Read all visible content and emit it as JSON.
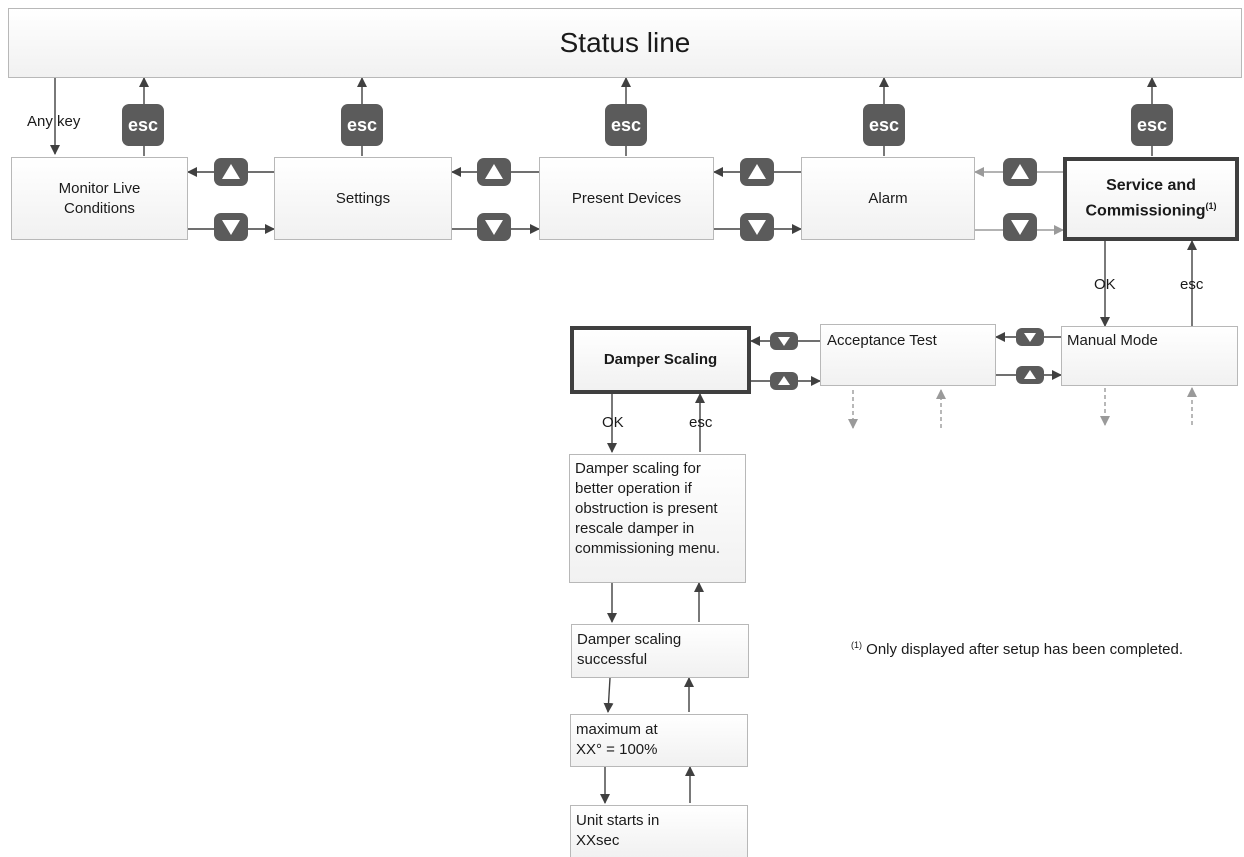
{
  "status_line": "Status line",
  "menu": {
    "monitor_line1": "Monitor Live",
    "monitor_line2": "Conditions",
    "settings": "Settings",
    "present_devices": "Present Devices",
    "alarm": "Alarm",
    "service_line1": "Service and",
    "service_line2": "Commissioning",
    "service_ref": "(1)"
  },
  "submenu": {
    "damper_scaling": "Damper Scaling",
    "acceptance_test": "Acceptance Test",
    "manual_mode": "Manual Mode"
  },
  "steps": {
    "step1": [
      "Damper scaling for",
      "better operation if",
      "obstruction is present",
      "rescale damper in",
      "commissioning menu."
    ],
    "step2": [
      "Damper scaling",
      "successful"
    ],
    "step3": [
      "maximum at",
      "XX° = 100%"
    ],
    "step4": [
      "Unit starts in",
      "XXsec"
    ]
  },
  "labels": {
    "any_key": "Any key",
    "esc": "esc",
    "ok": "OK"
  },
  "buttons": {
    "esc_key": "esc"
  },
  "footnote": {
    "marker": "(1)",
    "text": " Only displayed after setup has been completed."
  },
  "colors": {
    "key_fill": "#5b5b5b",
    "bold_border": "#3f3f3f",
    "box_border": "#b8b8b8",
    "arrow": "#404040",
    "dashed_arrow": "#a0a0a0"
  }
}
